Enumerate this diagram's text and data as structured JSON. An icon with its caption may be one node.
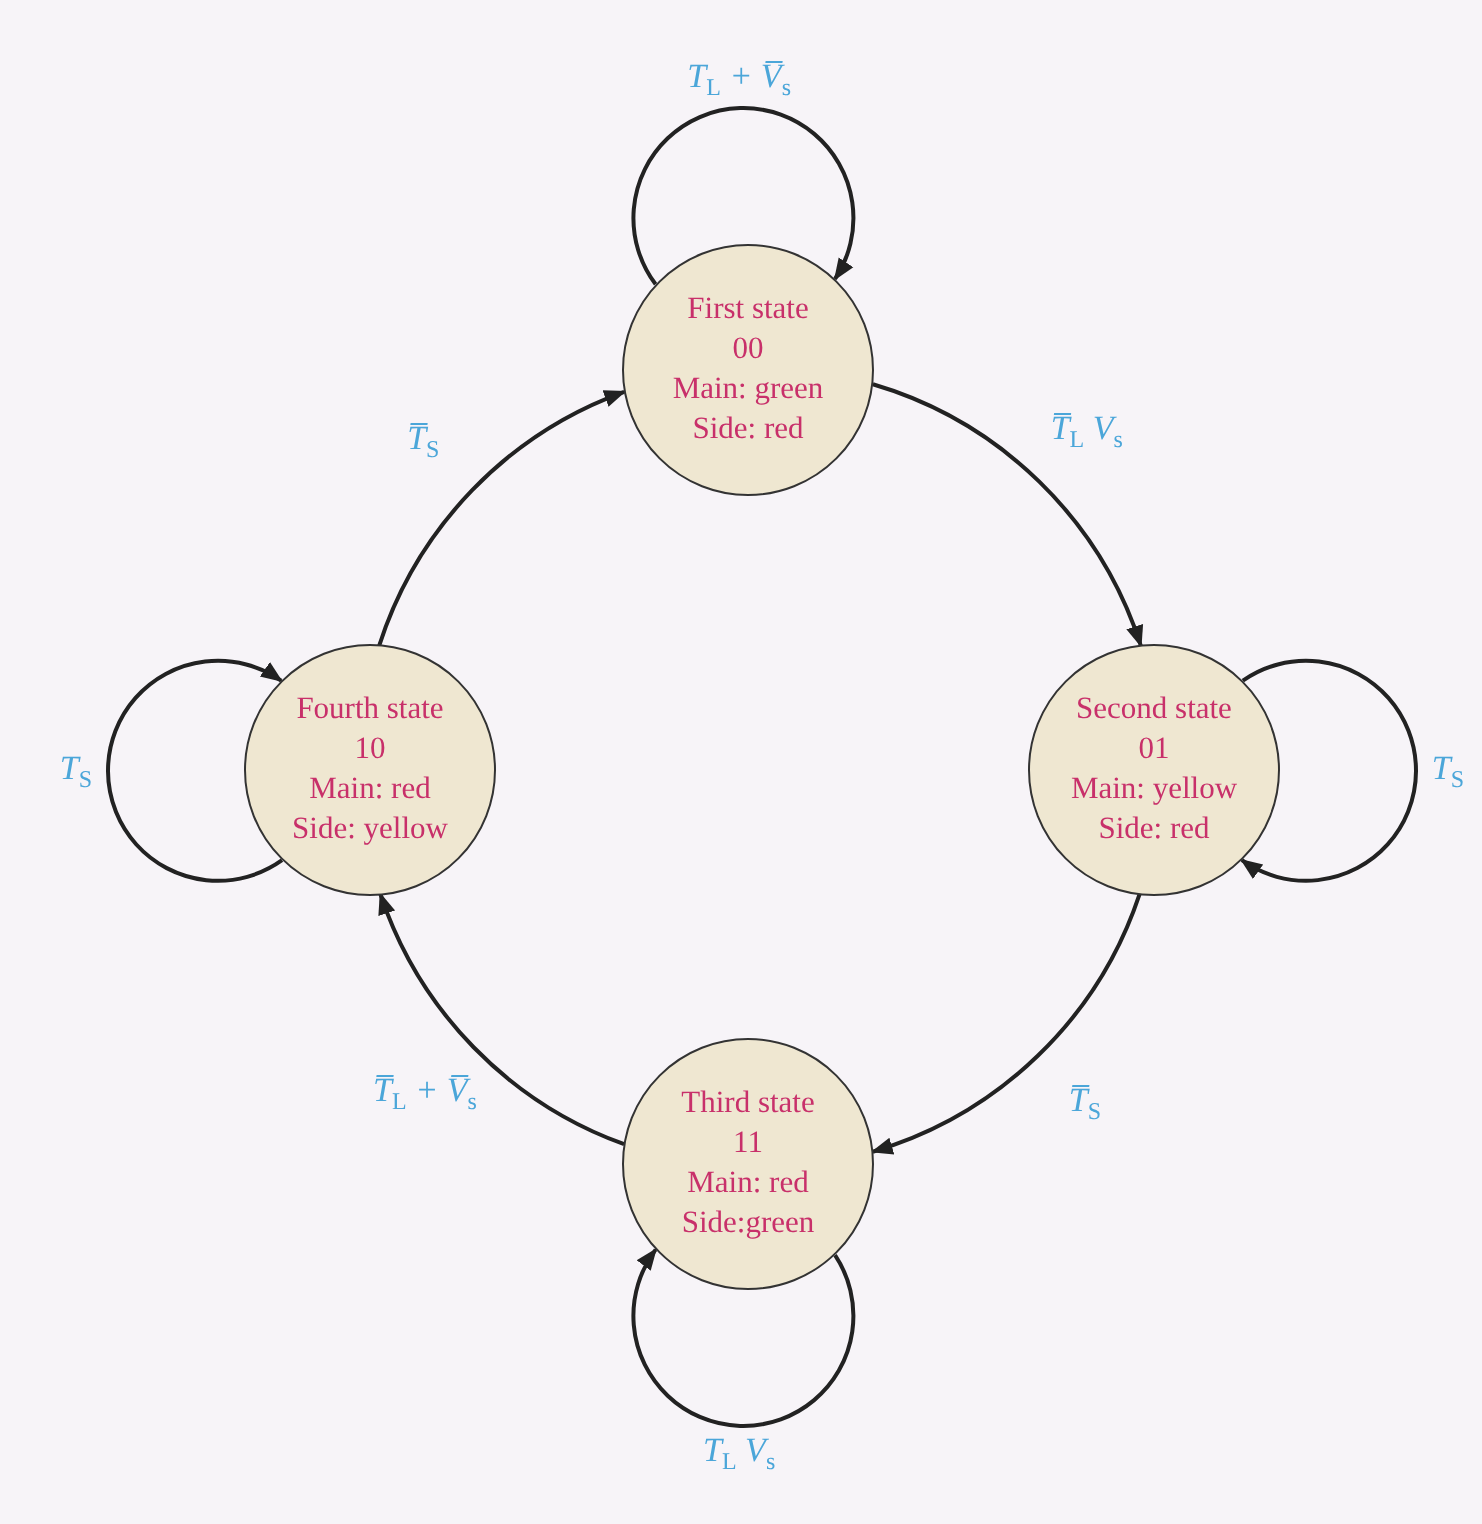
{
  "diagram": {
    "nodes": [
      {
        "text": [
          "First state",
          "00",
          "Main: green",
          "Side: red"
        ]
      },
      {
        "text": [
          "Second state",
          "01",
          "Main: yellow",
          "Side: red"
        ]
      },
      {
        "text": [
          "Third state",
          "11",
          "Main: red",
          "Side:green"
        ]
      },
      {
        "text": [
          "Fourth state",
          "10",
          "Main: red",
          "Side: yellow"
        ]
      }
    ],
    "edges": [
      {
        "from": 0,
        "to": 0,
        "arrow": "to",
        "label": "T$_{L}$ + V̅$_{s}$"
      },
      {
        "from": 0,
        "to": 1,
        "arrow": "to",
        "label": "T̅$_{L}$ V$_{s}$"
      },
      {
        "from": 1,
        "to": 1,
        "arrow": "to",
        "label": "T$_{S}$"
      },
      {
        "from": 1,
        "to": 2,
        "arrow": "to",
        "label": "T̅$_{S}$"
      },
      {
        "from": 2,
        "to": 2,
        "arrow": "to",
        "label": "T$_{L}$ V$_{s}$"
      },
      {
        "from": 2,
        "to": 3,
        "arrow": "to",
        "label": "T̅$_{L}$ + V̅$_{s}$"
      },
      {
        "from": 3,
        "to": 3,
        "arrow": "to",
        "label": "T$_{S}$"
      },
      {
        "from": 3,
        "to": 0,
        "arrow": "to",
        "label": "T̅$_{S}$"
      }
    ]
  }
}
